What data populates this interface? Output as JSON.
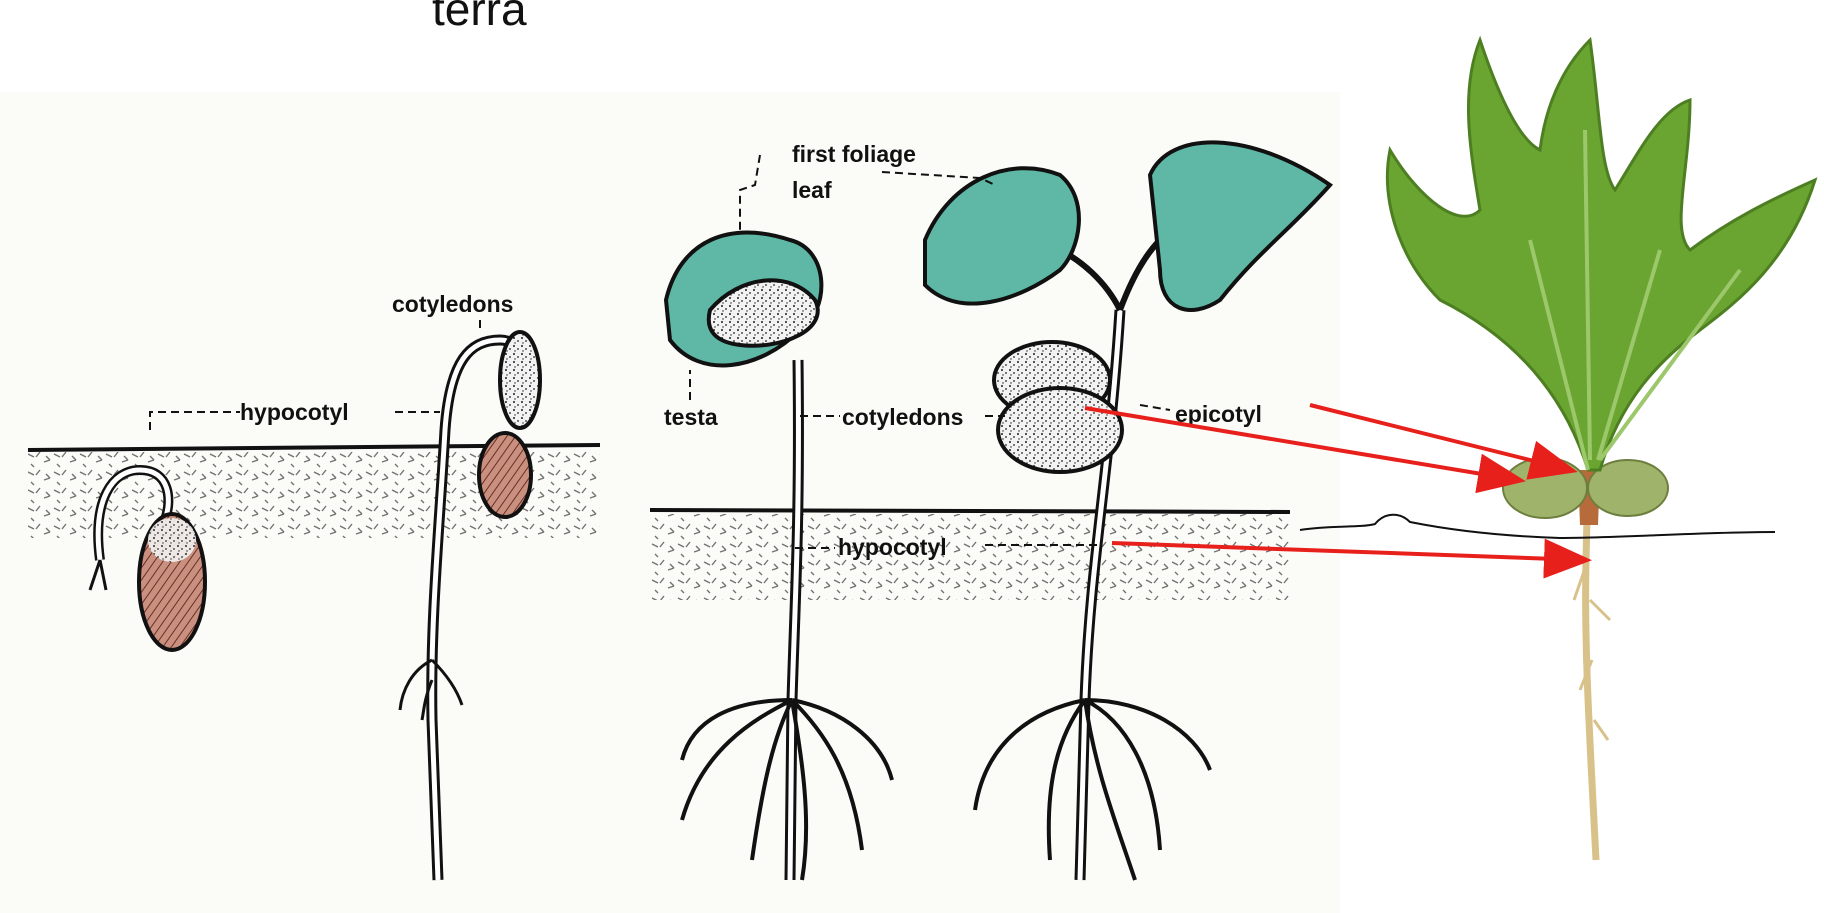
{
  "slide": {
    "title_fragment": "terra"
  },
  "diagram": {
    "labels": {
      "cotyledons_top": "cotyledons",
      "hypocotyl_left": "hypocotyl",
      "first_foliage": "first foliage",
      "leaf": "leaf",
      "testa": "testa",
      "cotyledons_mid": "cotyledons",
      "epicotyl": "epicotyl",
      "hypocotyl_bottom": "hypocotyl"
    },
    "colors": {
      "leaf_fill": "#5fb8a6",
      "seed_coat": "#b87a6a",
      "arrow": "#e8201b",
      "photo_leaf": "#6aa431",
      "photo_root": "#d8c28a"
    }
  }
}
